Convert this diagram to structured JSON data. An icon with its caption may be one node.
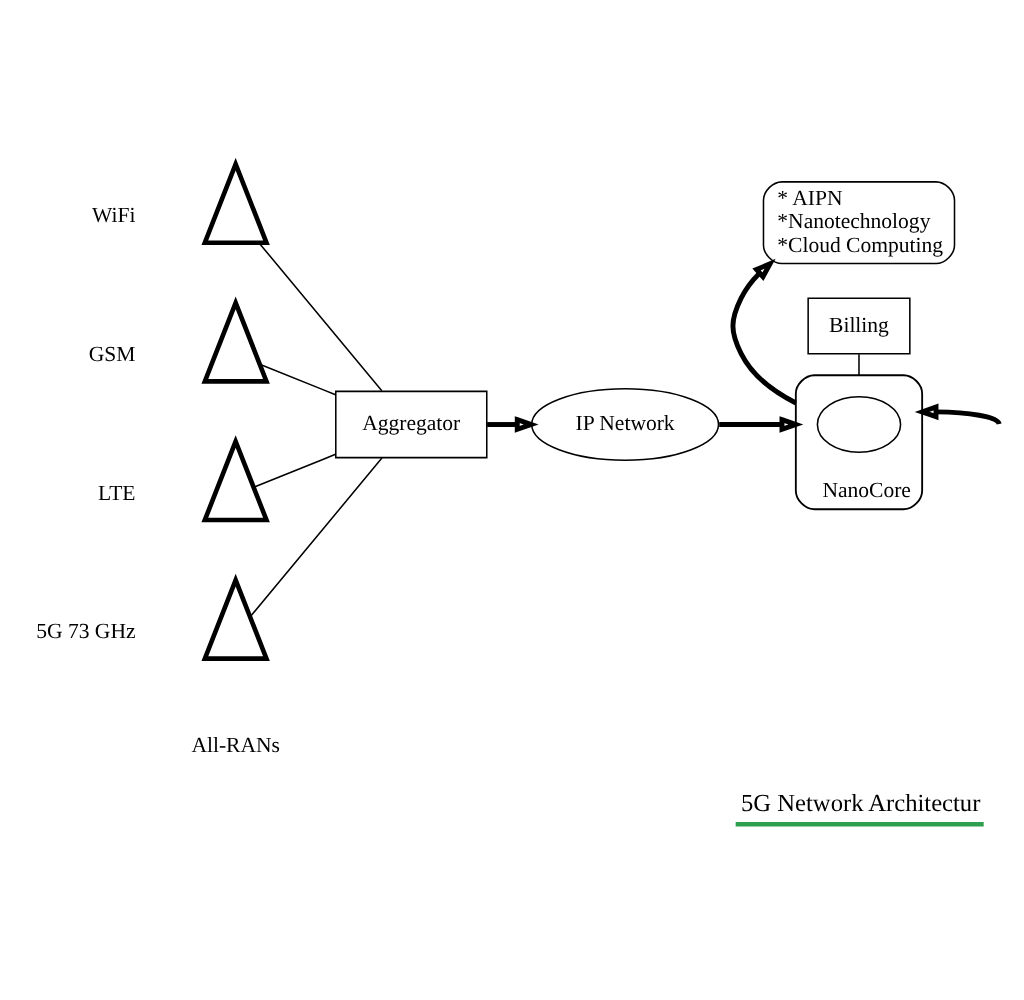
{
  "diagram": {
    "title": "5G Network Architectur",
    "nodes": [
      {
        "text": [],
        "shape": "picture",
        "beside": [
          "WiFi"
        ]
      },
      {
        "text": [],
        "shape": "picture",
        "beside": [
          "GSM"
        ]
      },
      {
        "text": [],
        "shape": "picture",
        "beside": [
          "LTE"
        ]
      },
      {
        "text": [],
        "shape": "picture",
        "beside": [
          "5G 73 GHz"
        ]
      },
      {
        "text": [
          "Aggregator"
        ]
      },
      {
        "text": [
          "IP Network"
        ]
      },
      {
        "text": [
          "Billing"
        ]
      },
      {
        "text": [
          "NanoCore"
        ]
      },
      {
        "text": [],
        "shape": "ellipse",
        "in": 7
      },
      {
        "text": [
          "* AIPN",
          "*Nanotechnology",
          "*Cloud Computing"
        ]
      }
    ],
    "edges": [
      {
        "from": 0,
        "to": 4,
        "arrow": "none"
      },
      {
        "from": 1,
        "to": 4,
        "arrow": "none"
      },
      {
        "from": 2,
        "to": 4,
        "arrow": "none"
      },
      {
        "from": 3,
        "to": 4,
        "arrow": "none"
      },
      {
        "from": 4,
        "to": 5,
        "arrow": "to",
        "style": "thick"
      },
      {
        "from": 5,
        "to": 7,
        "arrow": "to",
        "style": "thick"
      },
      {
        "from": 6,
        "to": 7,
        "arrow": "none"
      },
      {
        "from": 7,
        "to": 9,
        "arrow": "to",
        "style": "thick"
      },
      {
        "from": null,
        "to": 7,
        "arrow": "to",
        "style": "thick"
      }
    ],
    "labels": [
      "All-RANs"
    ]
  }
}
